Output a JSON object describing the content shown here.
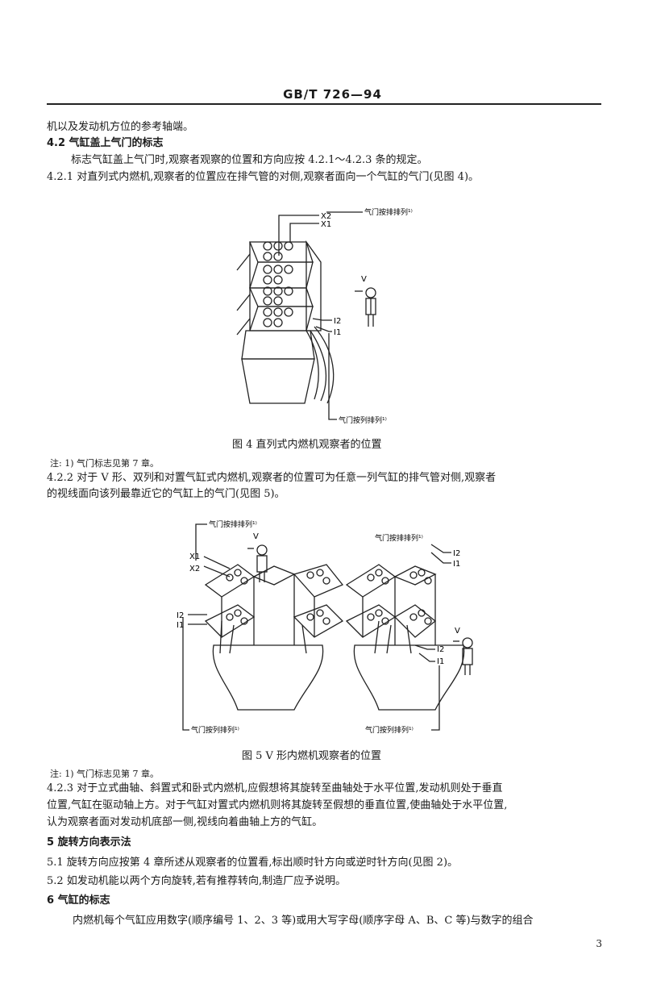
{
  "header": "GB/T 726—94",
  "lines": {
    "l1": "机以及发动机方位的参考轴端。",
    "l2": "4.2  气缸盖上气门的标志",
    "l3": "标志气缸盖上气门时,观察者观察的位置和方向应按 4.2.1～4.2.3 条的规定。",
    "l4": "4.2.1  对直列式内燃机,观察者的位置应在排气管的对侧,观察者面向一个气缸的气门(见图 4)。",
    "note1": "注: 1) 气门标志见第 7 章。",
    "p422a": "4.2.2  对于 V 形、双列和对置气缸式内燃机,观察者的位置可为任意一列气缸的排气管对侧,观察者",
    "p422b": "的视线面向该列最靠近它的气缸上的气门(见图 5)。",
    "note2": "注: 1) 气门标志见第 7 章。",
    "p423a": "4.2.3  对于立式曲轴、斜置式和卧式内燃机,应假想将其旋转至曲轴处于水平位置,发动机则处于垂直",
    "p423b": "位置,气缸在驱动轴上方。对于气缸对置式内燃机则将其旋转至假想的垂直位置,使曲轴处于水平位置,",
    "p423c": "认为观察者面对发动机底部一侧,视线向着曲轴上方的气缸。",
    "s5": "5   旋转方向表示法",
    "s51": "5.1  旋转方向应按第 4 章所述从观察者的位置看,标出顺时针方向或逆时针方向(见图 2)。",
    "s52": "5.2  如发动机能以两个方向旋转,若有推荐转向,制造厂应予说明。",
    "s6": "6   气缸的标志",
    "s6p": "内燃机每个气缸应用数字(顺序编号 1、2、3 等)或用大写字母(顺序字母 A、B、C 等)与数字的组合"
  },
  "fig4": {
    "caption": "图 4   直列式内燃机观察者的位置",
    "x2": "X2",
    "x1": "X1",
    "v": "V",
    "i2": "I2",
    "i1": "I1",
    "exhaust_label": "气门按排排列¹⁾",
    "intake_label": "气门按列排列¹⁾"
  },
  "fig5": {
    "caption": "图 5   V 形内燃机观察者的位置",
    "left_top_label": "气门按排排列¹⁾",
    "left_bottom_label": "气门按列排列¹⁾",
    "right_top_label": "气门按排排列¹⁾",
    "right_bottom_label": "气门按列排列¹⁾",
    "x1": "X1",
    "x2": "X2",
    "v": "V",
    "i2": "I2",
    "i1": "I1",
    "r_i2_top": "I2",
    "r_i1_top": "I1",
    "r_v": "V",
    "r_i2": "I2",
    "r_i1": "I1"
  },
  "page_number": "3"
}
